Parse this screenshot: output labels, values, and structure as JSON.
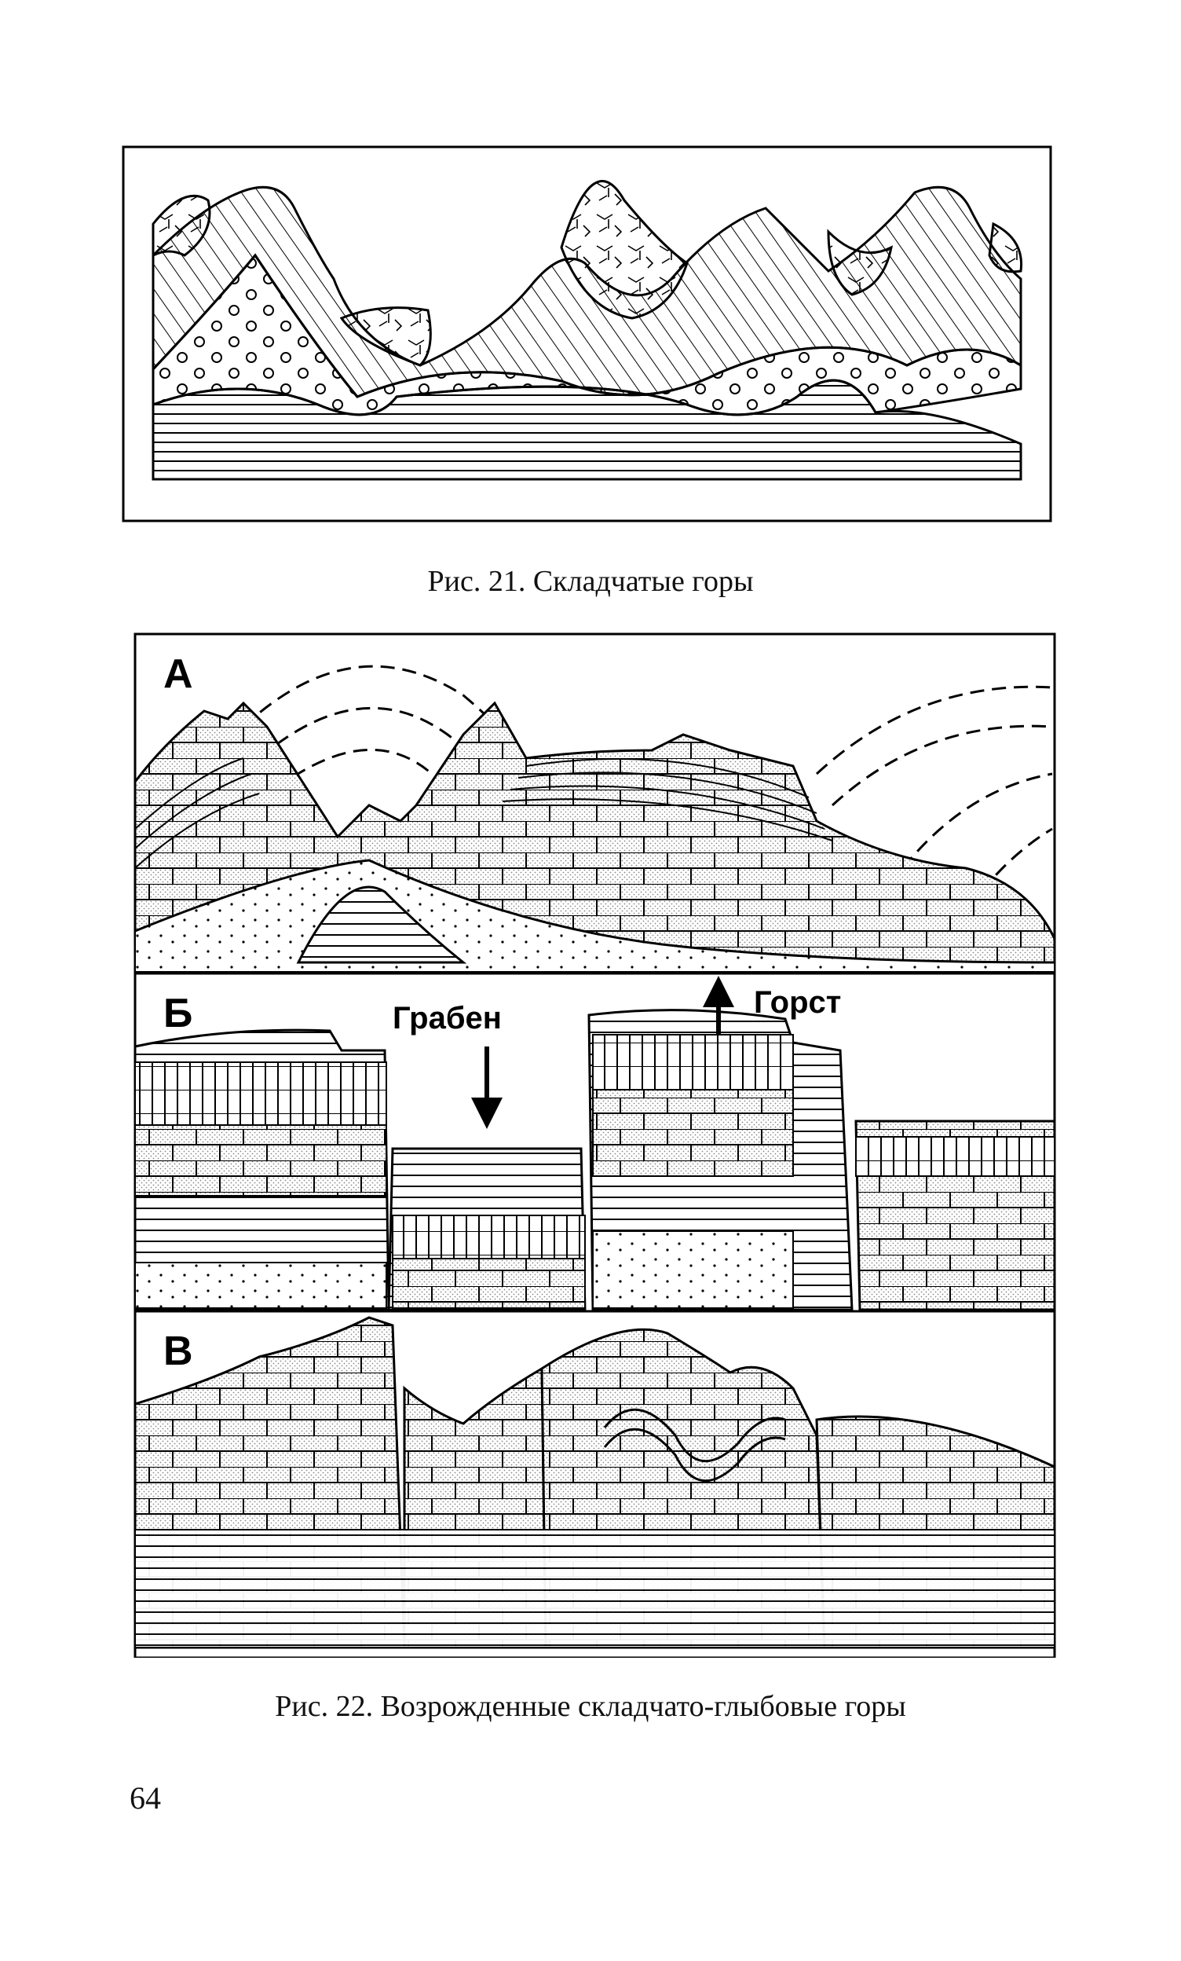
{
  "fig21": {
    "caption": "Рис. 21. Складчатые горы"
  },
  "fig22": {
    "caption": "Рис. 22. Возрожденные складчато-глыбовые горы",
    "panel_a": "А",
    "panel_b": "Б",
    "panel_c": "В",
    "graben_label": "Грабен",
    "horst_label": "Горст"
  },
  "page_number": "64"
}
